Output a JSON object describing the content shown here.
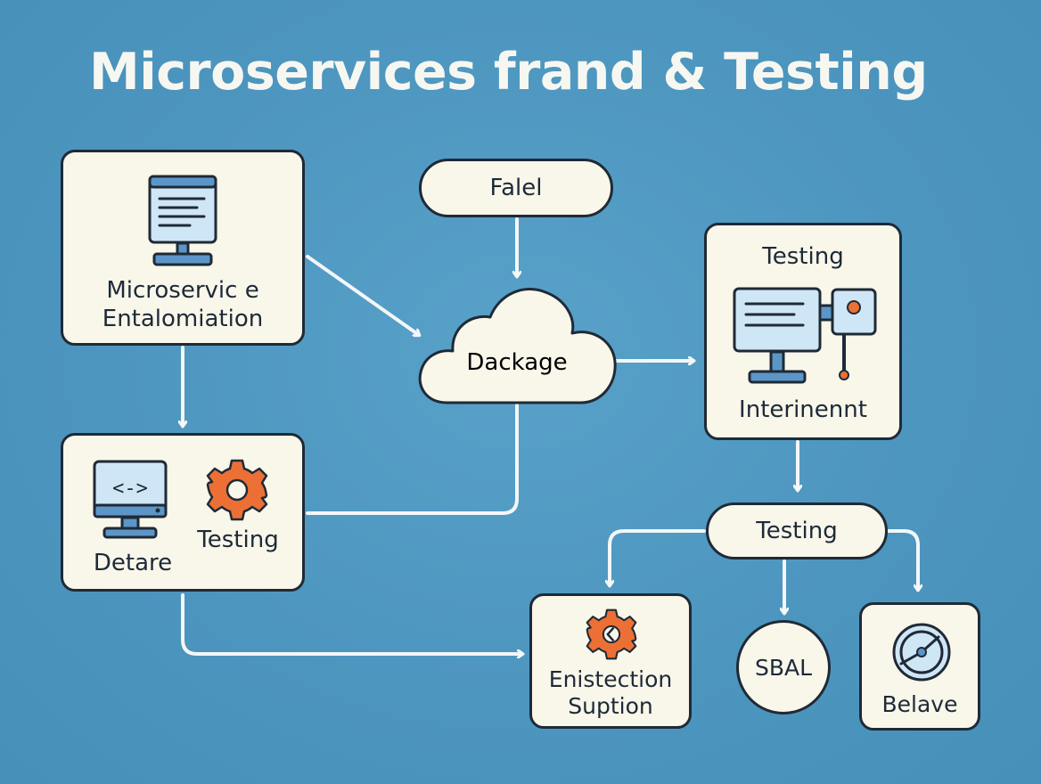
{
  "title": "Microservices frand & Testing",
  "colors": {
    "background": "#4f98c1",
    "node_fill": "#f9f6ea",
    "node_stroke": "#1f2a36",
    "arrow": "#f4f6f8",
    "screen": "#cfe6f7",
    "icon_blue": "#5c96c8",
    "gear_orange": "#ec7035"
  },
  "nodes": {
    "microservice": {
      "label_line1": "Microservic e",
      "label_line2": "Entalomiation",
      "icon": "monitor-icon"
    },
    "falel": {
      "label": "Falel"
    },
    "dackage": {
      "label": "Dackage",
      "icon": "cloud-icon"
    },
    "testing_top": {
      "title": "Testing",
      "label": "Interinennt",
      "icon": "monitor-probe-icon"
    },
    "detare": {
      "label": "Detare",
      "testing_label": "Testing",
      "icon": "code-monitor-icon",
      "gear_icon": "gear-icon"
    },
    "testing_mid": {
      "label": "Testing"
    },
    "enistection": {
      "label_line1": "Enistection",
      "label_line2": "Suption",
      "icon": "gear-icon"
    },
    "sbal": {
      "label": "SBAL"
    },
    "belave": {
      "label": "Belave",
      "icon": "gauge-icon"
    }
  }
}
